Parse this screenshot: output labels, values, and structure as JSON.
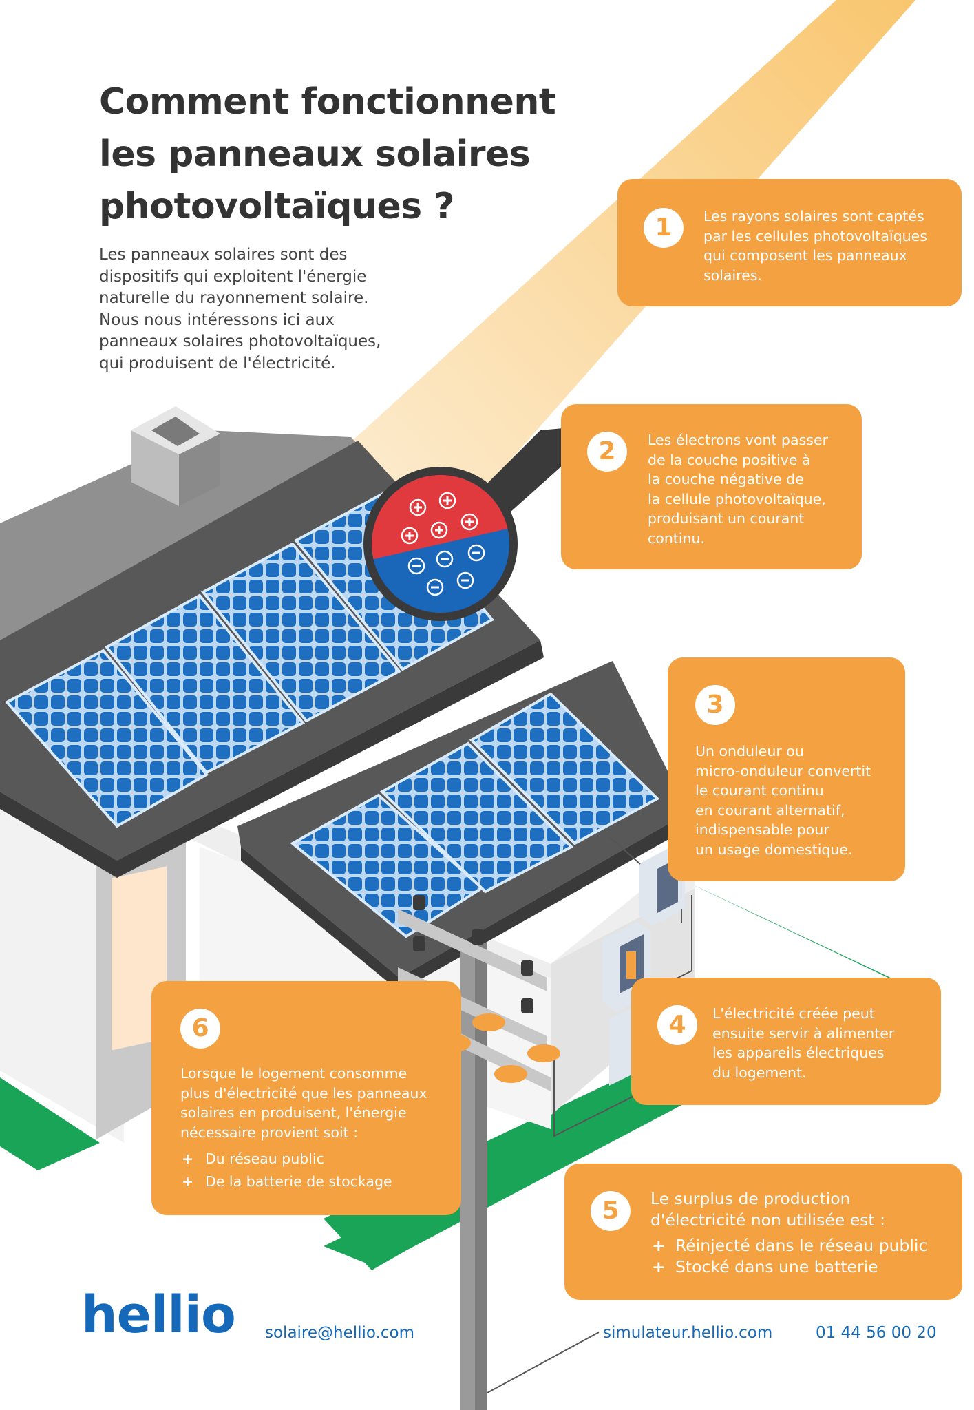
{
  "title_lines": [
    "Comment fonctionnent",
    "les panneaux solaires",
    "photovoltaïques ?"
  ],
  "intro_lines": [
    "Les panneaux solaires sont des",
    "dispositifs qui exploitent l'énergie",
    "naturelle du rayonnement solaire.",
    "Nous nous intéressons ici aux",
    "panneaux solaires photovoltaïques,",
    "qui produisent de l'électricité."
  ],
  "steps": [
    {
      "number": "1",
      "lines": [
        "Les rayons solaires sont captés",
        "par les cellules photovoltaïques",
        "qui composent les panneaux",
        "solaires."
      ]
    },
    {
      "number": "2",
      "lines": [
        "Les électrons vont passer",
        "de la couche positive à",
        "la couche négative de",
        "la cellule photovoltaïque,",
        "produisant un courant",
        "continu."
      ]
    },
    {
      "number": "3",
      "lines": [
        "Un onduleur ou",
        "micro-onduleur convertit",
        "le courant continu",
        "en courant alternatif,",
        "indispensable pour",
        "un usage domestique."
      ]
    },
    {
      "number": "4",
      "lines": [
        "L'électricité créée peut",
        "ensuite servir à alimenter",
        "les appareils électriques",
        "du logement."
      ]
    },
    {
      "number": "5",
      "lines": [
        "Le surplus de production",
        "d'électricité non utilisée est :"
      ],
      "bullets": [
        "Réinjecté dans le réseau public",
        "Stocké dans une batterie"
      ]
    },
    {
      "number": "6",
      "lines": [
        "Lorsque le logement consomme",
        "plus d'électricité que les panneaux",
        "solaires en produisent, l'énergie",
        "nécessaire provient soit :"
      ],
      "bullets": [
        "Du réseau public",
        "De la batterie de stockage"
      ]
    }
  ],
  "footer": {
    "logo": "hellio",
    "email": "solaire@hellio.com",
    "website": "simulateur.hellio.com",
    "phone": "01 44 56 00 20"
  },
  "colors": {
    "accent_orange": "#f4a142",
    "brand_blue": "#1569b8",
    "ground_green": "#1aa457",
    "panel_blue": "#1f6fc0",
    "positive_red": "#e0393e",
    "negative_blue": "#1a66b8"
  }
}
